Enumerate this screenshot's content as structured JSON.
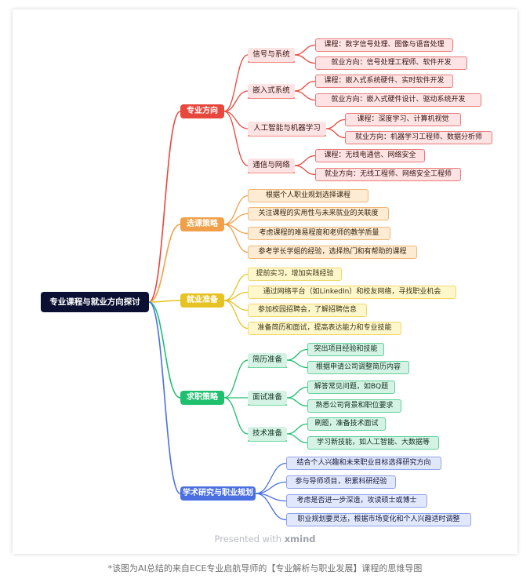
{
  "root": {
    "label": "专业课程与就业方向探讨"
  },
  "branches": [
    {
      "key": "major",
      "label": "专业方向",
      "color": "#e8473d",
      "subs": [
        {
          "label": "信号与系统",
          "leaves": [
            "课程：数字信号处理、图像与语音处理",
            "就业方向：信号处理工程师、软件开发"
          ]
        },
        {
          "label": "嵌入式系统",
          "leaves": [
            "课程：嵌入式系统硬件、实时软件开发",
            "就业方向：嵌入式硬件设计、驱动系统开发"
          ]
        },
        {
          "label": "人工智能与机器学习",
          "leaves": [
            "课程：深度学习、计算机视觉",
            "就业方向：机器学习工程师、数据分析师"
          ]
        },
        {
          "label": "通信与网络",
          "leaves": [
            "课程：无线电通信、网络安全",
            "就业方向：无线工程师、网络安全工程师"
          ]
        }
      ]
    },
    {
      "key": "strategy",
      "label": "选课策略",
      "color": "#f0a048",
      "leaves": [
        "根据个人职业规划选择课程",
        "关注课程的实用性与未来就业的关联度",
        "考虑课程的难易程度和老师的教学质量",
        "参考学长学姐的经验，选择热门和有帮助的课程"
      ]
    },
    {
      "key": "prep",
      "label": "就业准备",
      "color": "#e6c222",
      "leaves": [
        "提前实习，增加实践经验",
        "通过网络平台（如LinkedIn）和校友网络，寻找职业机会",
        "参加校园招聘会，了解招聘信息",
        "准备简历和面试，提高表达能力和专业技能"
      ]
    },
    {
      "key": "job",
      "label": "求职策略",
      "color": "#1ebf6e",
      "subs": [
        {
          "label": "简历准备",
          "leaves": [
            "突出项目经验和技能",
            "根据申请公司调整简历内容"
          ]
        },
        {
          "label": "面试准备",
          "leaves": [
            "解答常见问题，如BQ题",
            "熟悉公司背景和职位要求"
          ]
        },
        {
          "label": "技术准备",
          "leaves": [
            "刷题，准备技术面试",
            "学习新技能，如人工智能、大数据等"
          ]
        }
      ]
    },
    {
      "key": "research",
      "label": "学术研究与职业规划",
      "color": "#4a6fe3",
      "leaves": [
        "结合个人兴趣和未来职业目标选择研究方向",
        "参与导师项目，积累科研经验",
        "考虑是否进一步深造，攻读硕士或博士",
        "职业规划要灵活，根据市场变化和个人兴趣适时调整"
      ]
    }
  ],
  "watermark": {
    "prefix": "Presented with",
    "brand": "xmind"
  },
  "caption": "*该图为AI总结的来自ECE专业启航导师的【专业解析与职业发展】课程的思维导图"
}
